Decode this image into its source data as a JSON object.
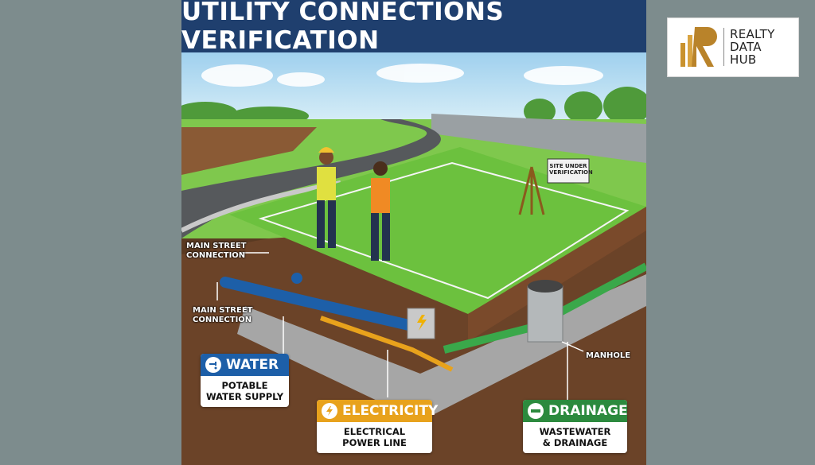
{
  "title": "UTILITY CONNECTIONS VERIFICATION",
  "labels": {
    "main_street_top": [
      "MAIN STREET",
      "CONNECTION"
    ],
    "main_street_bottom": [
      "MAIN STREET",
      "CONNECTION"
    ],
    "manhole": "MANHOLE",
    "sign": [
      "SITE UNDER",
      "VERIFICATION"
    ]
  },
  "cards": [
    {
      "id": "water",
      "icon": "faucet-icon",
      "heading": "WATER",
      "lines": [
        "POTABLE",
        "WATER SUPPLY"
      ],
      "color": "#1d5fa8"
    },
    {
      "id": "electricity",
      "icon": "lightning-icon",
      "heading": "ELECTRICITY",
      "lines": [
        "ELECTRICAL",
        "POWER LINE"
      ],
      "color": "#e8a21c"
    },
    {
      "id": "drainage",
      "icon": "pipe-icon",
      "heading": "DRAINAGE",
      "lines": [
        "WASTEWATER",
        "& DRAINAGE"
      ],
      "color": "#2c8a3e"
    }
  ],
  "logo": {
    "lines": [
      "REALTY",
      "DATA",
      "HUB"
    ]
  },
  "colors": {
    "title_bar": "#1f3f6e",
    "water": "#1d5fa8",
    "electricity": "#e8a21c",
    "drainage": "#2c8a3e",
    "grass": "#6cc13e",
    "soil": "#6b4328"
  }
}
